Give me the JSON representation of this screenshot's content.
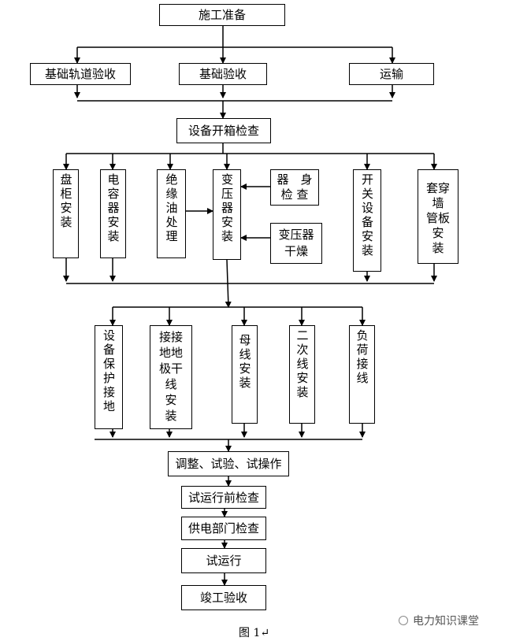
{
  "steps": {
    "prep": "施工准备",
    "rail_acceptance": "基础轨道验收",
    "foundation_acceptance": "基础验收",
    "transport": "运输",
    "unpack_inspection": "设备开箱检查",
    "cabinet_install": "盘柜安装",
    "capacitor_install": "电容器安装",
    "insulating_oil": "绝缘油处理",
    "transformer_install": "变压器安装",
    "body_inspection": [
      "器　身",
      "检 查"
    ],
    "transformer_drying": [
      "变压器",
      "干燥"
    ],
    "switchgear_install": "开关设备安装",
    "wall_bushing": [
      "套穿",
      "墙",
      "管板",
      "安",
      "装"
    ],
    "equipment_grounding": "设备保护接地",
    "grounding_install": [
      "接接",
      "地地",
      "极干",
      "线",
      "安",
      "装"
    ],
    "busbar_install": "母线安装",
    "secondary_wiring": "二次线安装",
    "load_wiring": "负荷接线",
    "adjust_test": "调整、试验、试操作",
    "pre_run_check": "试运行前检查",
    "power_dept_check": "供电部门检查",
    "trial_run": "试运行",
    "completion_acceptance": "竣工验收"
  },
  "caption": "图 1↵",
  "watermark": "电力知识课堂"
}
